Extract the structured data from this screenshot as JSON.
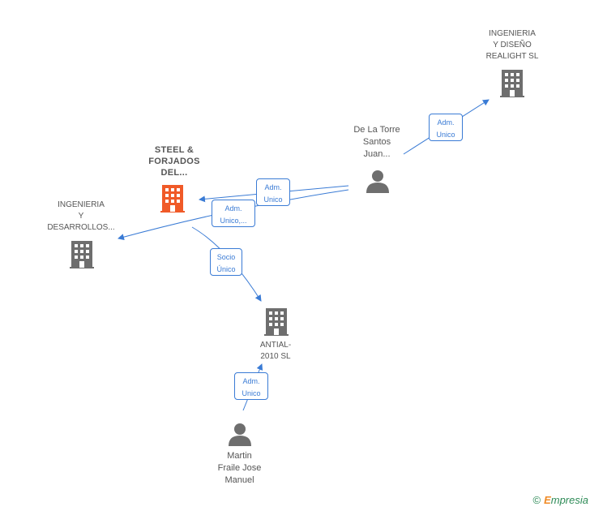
{
  "colors": {
    "edge": "#3a7bd5",
    "company": "#6e6e6e",
    "company_focus": "#f05a28",
    "person": "#6e6e6e",
    "text": "#555555",
    "footer": "#2e8b57",
    "brand_accent": "#f08a24"
  },
  "nodes": {
    "steel": {
      "line1": "STEEL &",
      "line2": "FORJADOS",
      "line3": "DEL...",
      "icon": "building-icon"
    },
    "ing_desarrollos": {
      "line1": "INGENIERIA",
      "line2": "Y",
      "line3": "DESARROLLOS...",
      "icon": "building-icon"
    },
    "ing_diseno": {
      "line1": "INGENIERIA",
      "line2": "Y DISEÑO",
      "line3": "REALIGHT  SL",
      "icon": "building-icon"
    },
    "antial": {
      "line1": "ANTIAL-",
      "line2": "2010 SL",
      "icon": "building-icon"
    },
    "de_la_torre": {
      "line1": "De La Torre",
      "line2": "Santos",
      "line3": "Juan...",
      "icon": "person-icon"
    },
    "martin": {
      "line1": "Martin",
      "line2": "Fraile Jose",
      "line3": "Manuel",
      "icon": "person-icon"
    }
  },
  "edges": {
    "torre_to_realight": {
      "line1": "Adm.",
      "line2": "Unico"
    },
    "torre_to_steel": {
      "line1": "Adm.",
      "line2": "Unico"
    },
    "torre_to_desarrollos": {
      "line1": "Adm.",
      "line2": "Unico,..."
    },
    "steel_to_antial": {
      "line1": "Socio",
      "line2": "Único"
    },
    "martin_to_antial": {
      "line1": "Adm.",
      "line2": "Unico"
    }
  },
  "footer": {
    "copyright": "©",
    "brand_initial": "E",
    "brand_rest": "mpresia"
  }
}
